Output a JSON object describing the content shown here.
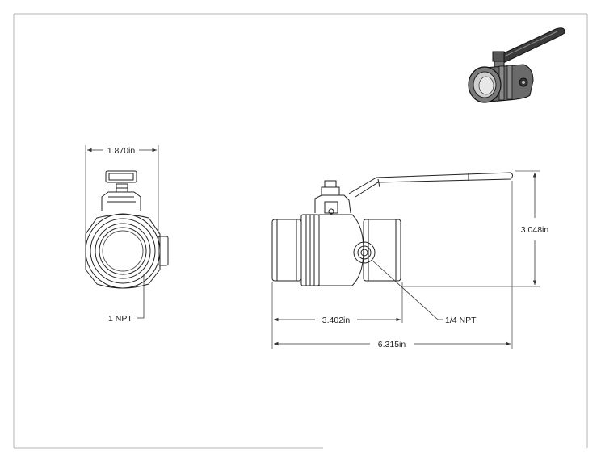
{
  "drawing": {
    "dimensions": {
      "front_width": "1.870in",
      "height": "3.048in",
      "half_length": "3.402in",
      "overall_length": "6.315in"
    },
    "callouts": {
      "main_port": "1 NPT",
      "side_port": "1/4 NPT"
    }
  },
  "colors": {
    "border": "#b5b5b5",
    "line": "#222222",
    "dim_line": "#555555",
    "iso_body": "#6a6a6a",
    "iso_handle": "#3a3a3a"
  }
}
